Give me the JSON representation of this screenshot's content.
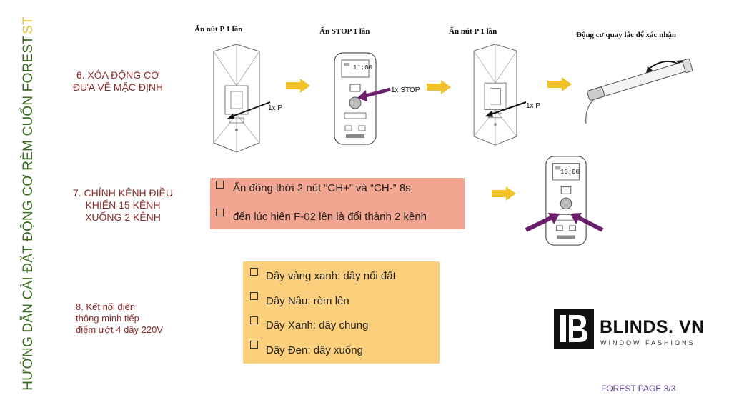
{
  "vertical_title": {
    "main": "HƯỚNG DẪN CÀI ĐẶT ĐỘNG CƠ RÈM CUỐN FOREST",
    "accent": "ST"
  },
  "step6": {
    "line1": "6. XÓA ĐỘNG CƠ",
    "line2": "ĐƯA VỀ MẶC ĐỊNH"
  },
  "step6_captions": {
    "cap1": "Ấn nút P 1 lần",
    "cap2": "Ấn STOP 1 lần",
    "cap3": "Ấn nút P 1 lần",
    "cap4": "Động cơ quay lắc để xác nhận"
  },
  "step6_annotations": {
    "p1": "1x P",
    "stop": "1x STOP",
    "p2": "1x P"
  },
  "remote_display": "11:00",
  "remote_display2": "10:00",
  "step7": {
    "line1": "7. CHỈNH KÊNH ĐIỀU",
    "line2": "KHIỂN 15 KÊNH",
    "line3": "XUỐNG 2 KÊNH"
  },
  "step7_items": [
    "Ấn đồng thời 2 nút “CH+” và “CH-” 8s",
    "đến lúc hiện F-02 lên là đổi thành 2 kênh"
  ],
  "step8": {
    "line1": "8. Kết nối điện",
    "line2": "thông minh tiếp",
    "line3": "điểm ướt 4 dây 220V"
  },
  "step8_items": [
    "Dây vàng xanh: dây nối đất",
    "Dây Nâu: rèm lên",
    "Dây Xanh: dây chung",
    "Dây Đen: dây xuống"
  ],
  "logo": {
    "text": "BLINDS. VN",
    "sub": "WINDOW FASHIONS"
  },
  "footer": "FOREST PAGE 3/3",
  "colors": {
    "arrow_yellow": "#f3c229",
    "purple_arrow": "#6b1f6b",
    "step_red": "#8a2b2b",
    "title_green": "#3a6b1e"
  }
}
